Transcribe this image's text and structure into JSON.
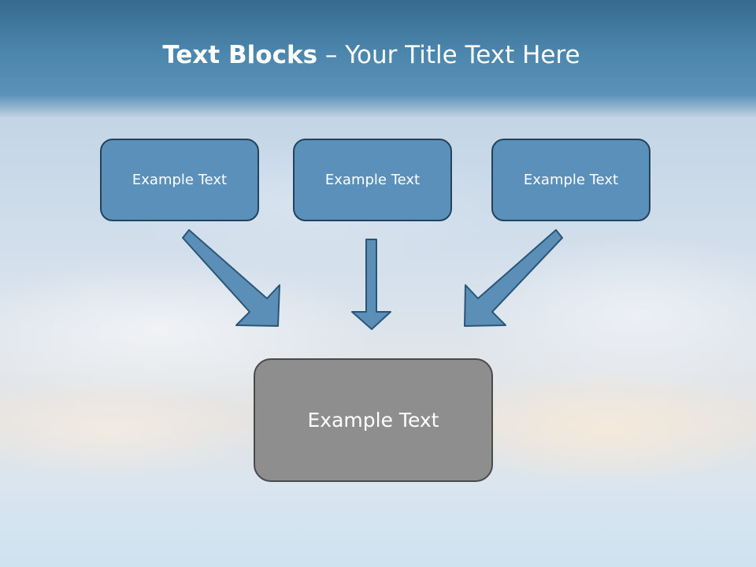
{
  "slide": {
    "title_bold": "Text Blocks",
    "title_dash": " – ",
    "title_rest": "Your Title Text Here"
  },
  "blocks": [
    {
      "label": "Example Text"
    },
    {
      "label": "Example Text"
    },
    {
      "label": "Example Text"
    }
  ],
  "target": {
    "label": "Example Text"
  },
  "colors": {
    "header": "#4b86ad",
    "block_fill": "#5a90b9",
    "block_border": "#22435e",
    "target_fill": "#8e8e8e",
    "target_border": "#4a4a4a",
    "arrow_fill": "#5b8fb8",
    "arrow_stroke": "#2a5676"
  }
}
